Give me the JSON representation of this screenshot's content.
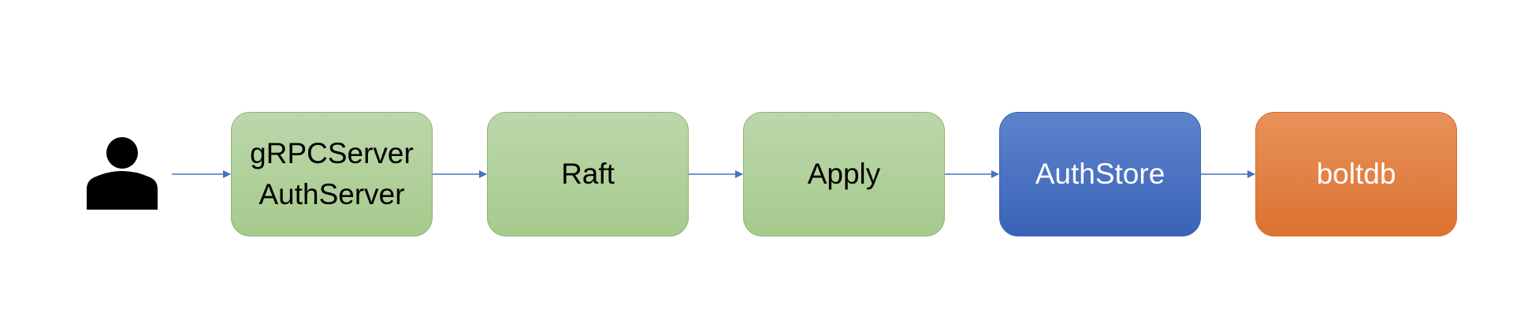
{
  "diagram": {
    "actor": {
      "icon": "person-icon"
    },
    "nodes": [
      {
        "id": "grpc",
        "lines": [
          "gRPCServer",
          "AuthServer"
        ],
        "color": "#a9cb8f"
      },
      {
        "id": "raft",
        "lines": [
          "Raft"
        ],
        "color": "#a9cb8f"
      },
      {
        "id": "apply",
        "lines": [
          "Apply"
        ],
        "color": "#a9cb8f"
      },
      {
        "id": "authstore",
        "lines": [
          "AuthStore"
        ],
        "color": "#4168bb"
      },
      {
        "id": "boltdb",
        "lines": [
          "boltdb"
        ],
        "color": "#de7736"
      }
    ],
    "edges": [
      {
        "from": "actor",
        "to": "grpc"
      },
      {
        "from": "grpc",
        "to": "raft"
      },
      {
        "from": "raft",
        "to": "apply"
      },
      {
        "from": "apply",
        "to": "authstore"
      },
      {
        "from": "authstore",
        "to": "boltdb"
      }
    ],
    "arrow_color": "#4472c4"
  }
}
